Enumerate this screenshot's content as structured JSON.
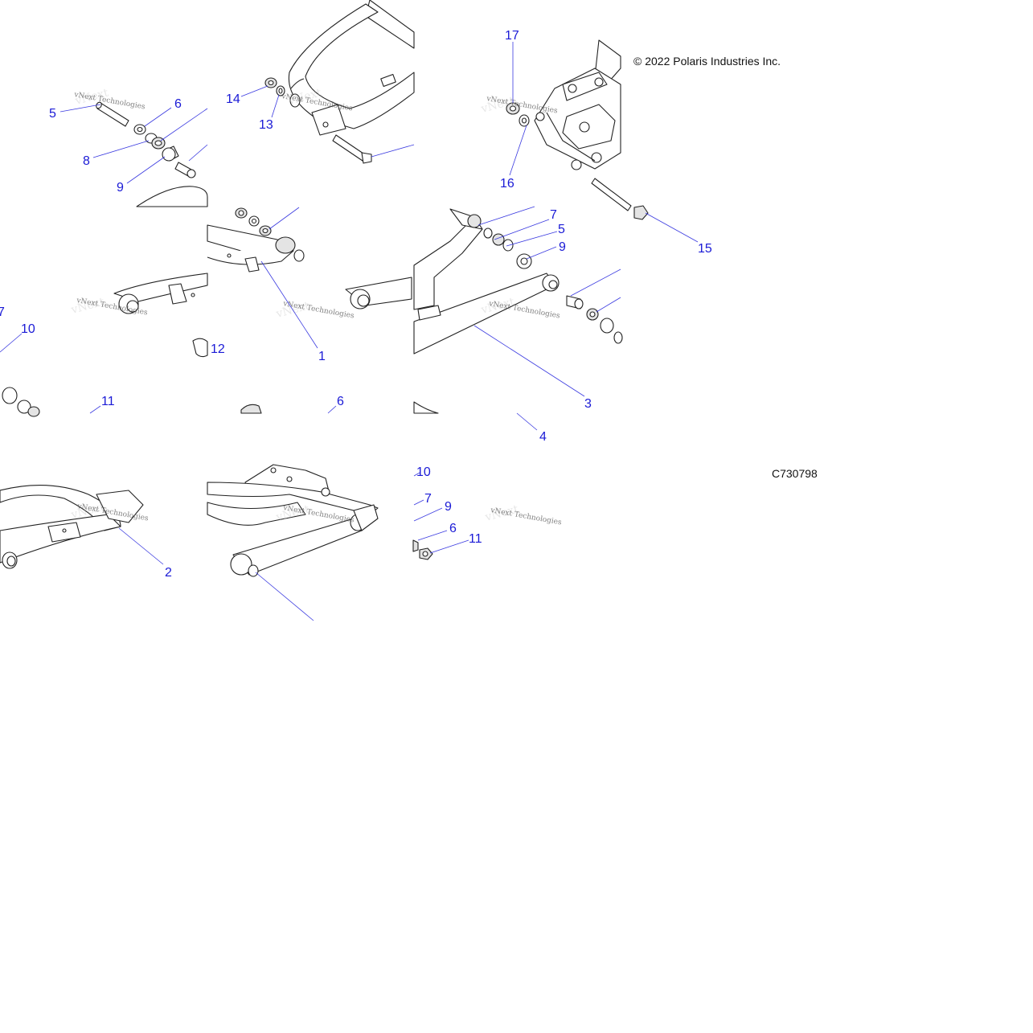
{
  "copyright": "© 2022 Polaris Industries Inc.",
  "diagram_id": "C730798",
  "watermark": "vNext Technologies",
  "colors": {
    "callout": "#1a1ad6",
    "leader": "#3a3ae0",
    "outline": "#222222",
    "shade": "#e4e4e4"
  },
  "callouts": {
    "c1": "1",
    "c2": "2",
    "c3": "3",
    "c4": "4",
    "c5a": "5",
    "c5b": "5",
    "c6a": "6",
    "c6b": "6",
    "c6c": "6",
    "c7a": "7",
    "c7b": "7",
    "c7c": "7",
    "c8": "8",
    "c9a": "9",
    "c9b": "9",
    "c9c": "9",
    "c10a": "10",
    "c10b": "10",
    "c11a": "11",
    "c11b": "11",
    "c12": "12",
    "c13": "13",
    "c14": "14",
    "c15": "15",
    "c16": "16",
    "c17": "17"
  }
}
